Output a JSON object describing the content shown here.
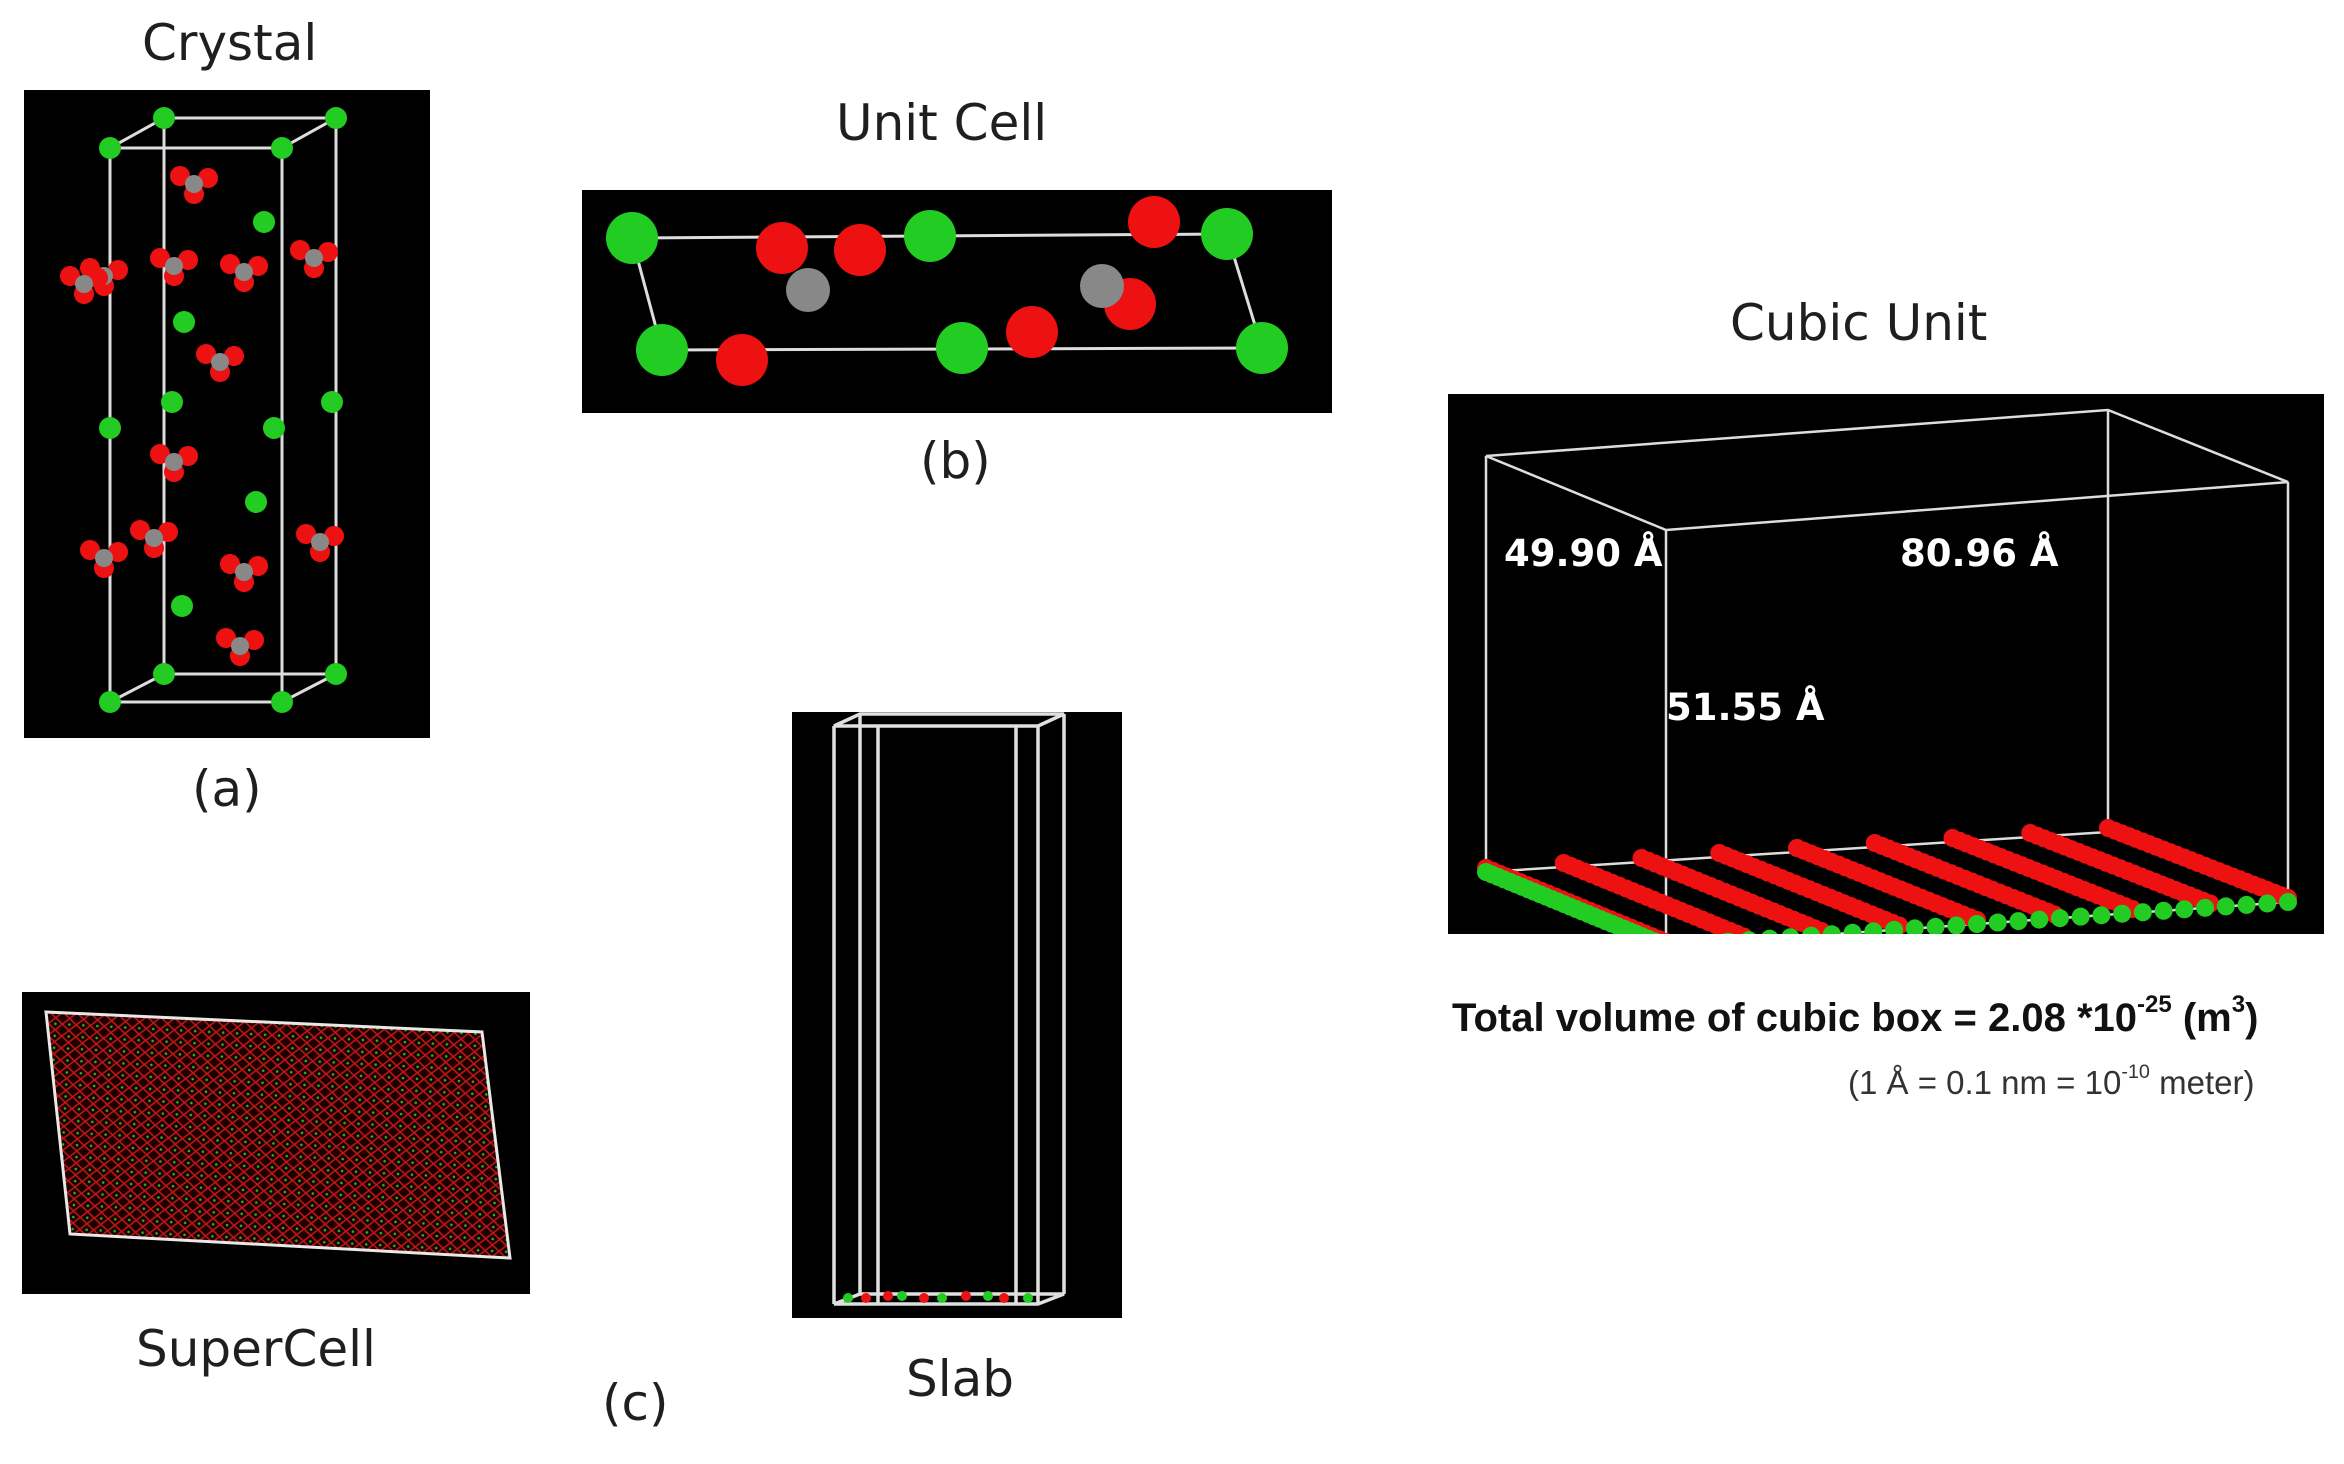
{
  "crystal": {
    "title": "Crystal",
    "label": "(a)"
  },
  "unit_cell": {
    "title": "Unit Cell",
    "label": "(b)"
  },
  "cubic_unit": {
    "title": "Cubic Unit",
    "dim_a": "49.90 Å",
    "dim_b": "80.96 Å",
    "dim_c": "51.55 Å",
    "volume_prefix": "Total volume of cubic box = 2.08 *10",
    "volume_exp": "-25",
    "volume_unit_open": " (m",
    "volume_unit_exp": "3",
    "volume_unit_close": ")",
    "note_prefix": "(1 Å = 0.1 nm = 10",
    "note_exp": "-10",
    "note_suffix": " meter)"
  },
  "supercell": {
    "title": "SuperCell"
  },
  "slab": {
    "title": "Slab"
  },
  "group_label": "(c)",
  "colors": {
    "background": "#000000",
    "calcium": "#22cc22",
    "oxygen": "#ee1111",
    "carbon": "#888888",
    "cell_edge": "#dddddd"
  }
}
